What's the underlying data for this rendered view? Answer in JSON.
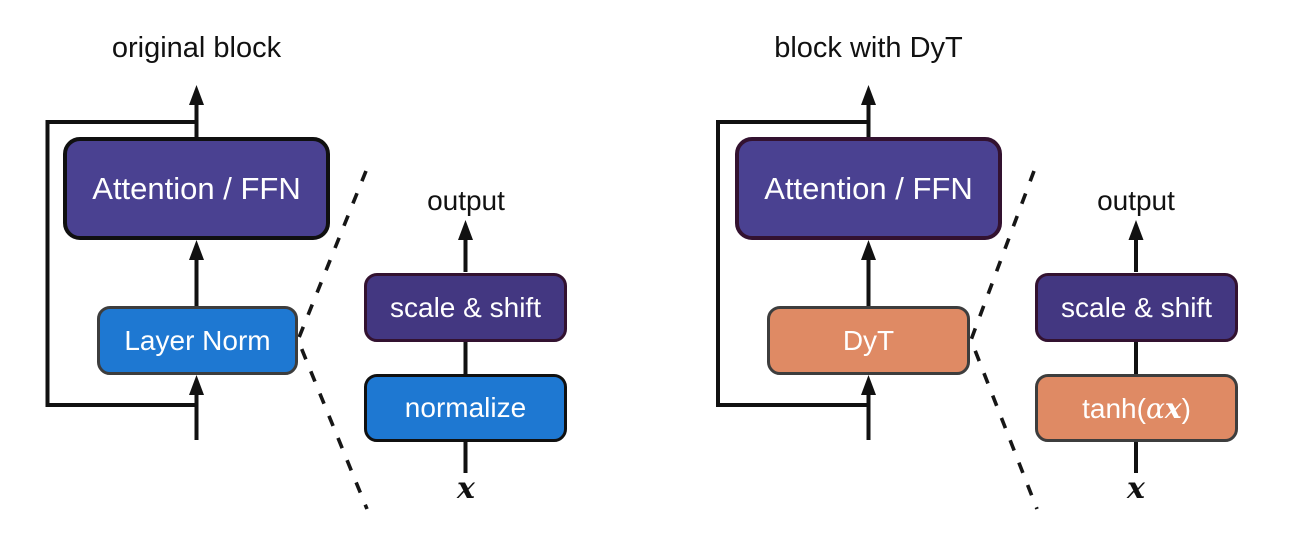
{
  "colors": {
    "attention_fill": "#4a4191",
    "scale_shift_fill": "#433781",
    "norm_fill": "#1e78d2",
    "dyt_fill": "#df8a64",
    "border_dark": "#101010",
    "border_maroon": "#331230",
    "border_gray": "#3d3d3d"
  },
  "left_block": {
    "title": "original block",
    "attention_label": "Attention / FFN",
    "norm_label": "Layer Norm"
  },
  "left_detail": {
    "output_label": "output",
    "scale_shift_label": "scale & shift",
    "normalize_label": "normalize",
    "input_label": "x"
  },
  "right_block": {
    "title": "block with DyT",
    "attention_label": "Attention / FFN",
    "dyt_label": "DyT"
  },
  "right_detail": {
    "output_label": "output",
    "scale_shift_label": "scale & shift",
    "activation_prefix": "tanh(",
    "activation_alpha": "α",
    "activation_x": "x",
    "activation_suffix": ")",
    "input_label": "x"
  }
}
